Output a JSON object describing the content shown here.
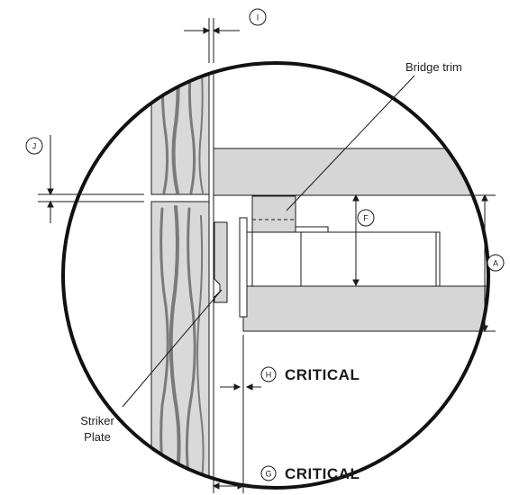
{
  "labels": {
    "bridge_trim": "Bridge trim",
    "striker_plate_line1": "Striker",
    "striker_plate_line2": "Plate",
    "critical": "CRITICAL"
  },
  "callouts": {
    "A": "A",
    "F": "F",
    "G": "G",
    "H": "H",
    "I": "I",
    "J": "J"
  },
  "colors": {
    "wood": "#d9d9d9",
    "grain": "#7a7a7a",
    "panel": "#d6d6d6",
    "line": "#1a1a1a"
  }
}
